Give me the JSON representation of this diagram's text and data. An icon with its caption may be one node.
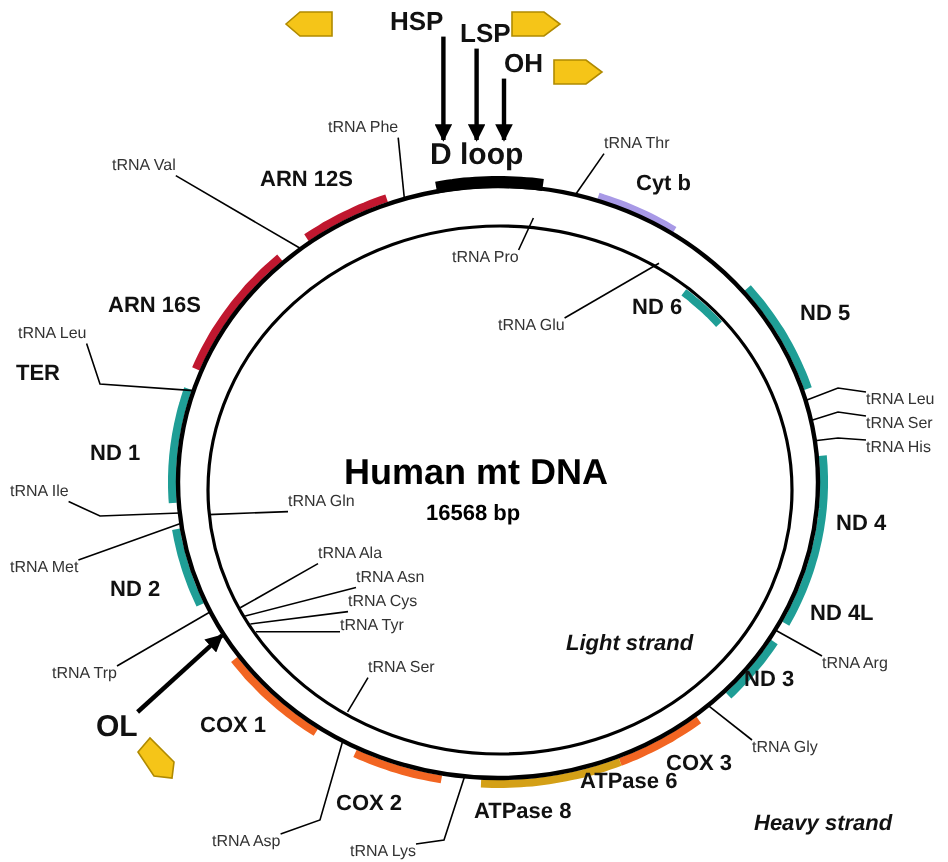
{
  "diagram": {
    "nodes": [
      {
        "text": [
          "Human mt DNA",
          "16568 bp"
        ]
      },
      {
        "text": [
          "HSP"
        ]
      },
      {
        "text": [
          "LSP"
        ]
      },
      {
        "text": [
          "OH"
        ]
      },
      {
        "text": [
          "D loop"
        ]
      },
      {
        "text": [
          "tRNA Phe"
        ]
      },
      {
        "text": [
          "tRNA Val"
        ]
      },
      {
        "text": [
          "tRNA Leu"
        ]
      },
      {
        "text": [
          "tRNA Thr"
        ]
      },
      {
        "text": [
          "tRNA Pro"
        ],
        "in": 0
      },
      {
        "text": [
          "tRNA Glu"
        ],
        "in": 0
      },
      {
        "text": [
          "tRNA Leu"
        ]
      },
      {
        "text": [
          "tRNA Ser"
        ]
      },
      {
        "text": [
          "tRNA His"
        ]
      },
      {
        "text": [
          "tRNA Ile"
        ]
      },
      {
        "text": [
          "tRNA Gln"
        ],
        "in": 0
      },
      {
        "text": [
          "tRNA Met"
        ]
      },
      {
        "text": [
          "tRNA Ala"
        ],
        "in": 0
      },
      {
        "text": [
          "tRNA Asn"
        ],
        "in": 0
      },
      {
        "text": [
          "tRNA Cys"
        ],
        "in": 0
      },
      {
        "text": [
          "tRNA Tyr"
        ],
        "in": 0
      },
      {
        "text": [
          "tRNA Trp"
        ]
      },
      {
        "text": [
          "OL"
        ]
      },
      {
        "text": [
          "tRNA Ser"
        ],
        "in": 0
      },
      {
        "text": [
          "tRNA Asp"
        ]
      },
      {
        "text": [
          "tRNA Lys"
        ]
      },
      {
        "text": [
          "tRNA Arg"
        ]
      },
      {
        "text": [
          "tRNA Gly"
        ]
      }
    ],
    "edges": [
      {
        "from": 1,
        "to": 4,
        "arrow": "to"
      },
      {
        "from": 2,
        "to": 4,
        "arrow": "to"
      },
      {
        "from": 3,
        "to": 4,
        "arrow": "to"
      },
      {
        "from": 5,
        "to": 0,
        "arrow": "none"
      },
      {
        "from": 6,
        "to": 0,
        "arrow": "none"
      },
      {
        "from": 7,
        "to": 0,
        "arrow": "none"
      },
      {
        "from": 8,
        "to": 0,
        "arrow": "none"
      },
      {
        "from": 9,
        "to": 0,
        "arrow": "none"
      },
      {
        "from": 10,
        "to": 0,
        "arrow": "none"
      },
      {
        "from": 11,
        "to": 0,
        "arrow": "none"
      },
      {
        "from": 12,
        "to": 0,
        "arrow": "none"
      },
      {
        "from": 13,
        "to": 0,
        "arrow": "none"
      },
      {
        "from": 14,
        "to": 0,
        "arrow": "none"
      },
      {
        "from": 15,
        "to": 0,
        "arrow": "none"
      },
      {
        "from": 16,
        "to": 0,
        "arrow": "none"
      },
      {
        "from": 17,
        "to": 0,
        "arrow": "none"
      },
      {
        "from": 18,
        "to": 0,
        "arrow": "none"
      },
      {
        "from": 19,
        "to": 0,
        "arrow": "none"
      },
      {
        "from": 20,
        "to": 0,
        "arrow": "none"
      },
      {
        "from": 21,
        "to": 0,
        "arrow": "none"
      },
      {
        "from": 22,
        "to": 0,
        "arrow": "to"
      },
      {
        "from": 23,
        "to": 0,
        "arrow": "none"
      },
      {
        "from": 24,
        "to": 0,
        "arrow": "none"
      },
      {
        "from": 25,
        "to": 0,
        "arrow": "none"
      },
      {
        "from": 26,
        "to": 0,
        "arrow": "none"
      },
      {
        "from": 27,
        "to": 0,
        "arrow": "none"
      }
    ],
    "labels": [
      "ARN 12S",
      "Cyt b",
      "ARN 16S",
      "ND 6",
      "ND 5",
      "TER",
      "ND 1",
      "ND 4",
      "ND 2",
      "ND 4L",
      "Light strand",
      "ND 3",
      "COX 1",
      "COX 3",
      "ATPase 6",
      "COX 2",
      "ATPase 8",
      "Heavy strand"
    ]
  }
}
